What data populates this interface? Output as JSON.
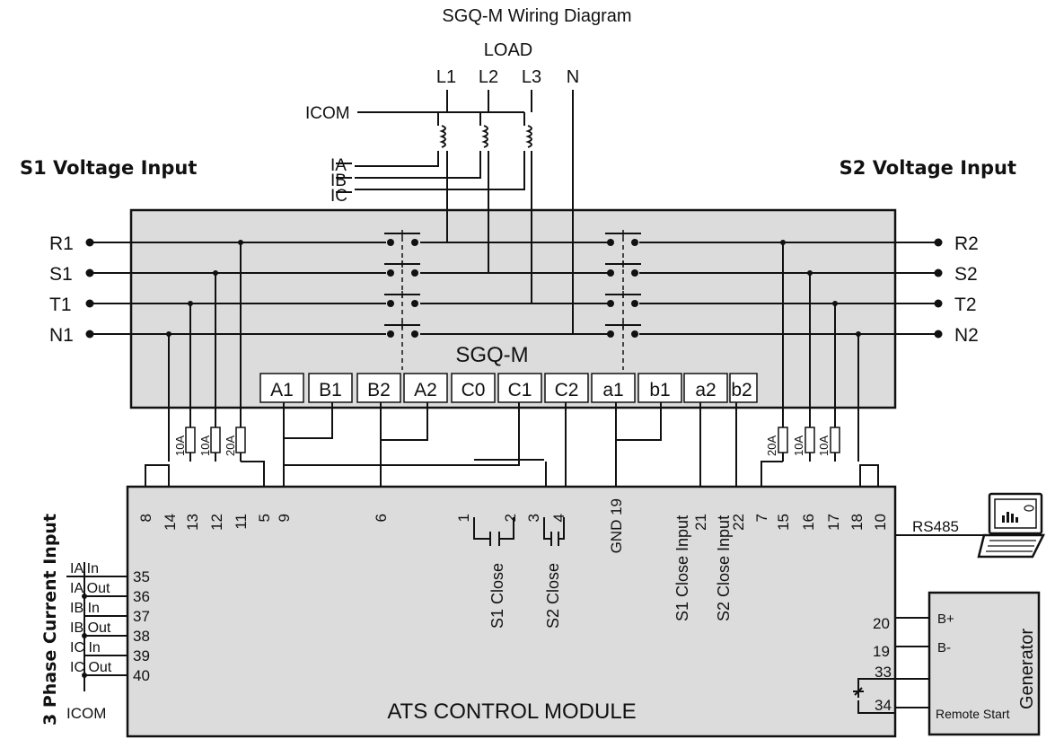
{
  "title": "SGQ-M Wiring Diagram",
  "load": {
    "label": "LOAD",
    "phases": [
      "L1",
      "L2",
      "L3",
      "N"
    ]
  },
  "icom": "ICOM",
  "ct_labels": [
    "IA",
    "IB",
    "IC"
  ],
  "s1": {
    "title": "S1 Voltage Input",
    "lines": [
      "R1",
      "S1",
      "T1",
      "N1"
    ]
  },
  "s2": {
    "title": "S2 Voltage Input",
    "lines": [
      "R2",
      "S2",
      "T2",
      "N2"
    ]
  },
  "switch": {
    "name": "SGQ-M",
    "terminals": [
      "A1",
      "B1",
      "B2",
      "A2",
      "C0",
      "C1",
      "C2",
      "a1",
      "b1",
      "a2",
      "b2"
    ]
  },
  "fuses": {
    "left": [
      "10A",
      "10A",
      "20A"
    ],
    "right": [
      "20A",
      "10A",
      "10A"
    ]
  },
  "module": {
    "name": "ATS CONTROL MODULE",
    "terminals": [
      "8",
      "14",
      "13",
      "12",
      "11",
      "5",
      "9",
      "6",
      "1",
      "2",
      "3",
      "4",
      "GND 19",
      "21",
      "22",
      "7",
      "15",
      "16",
      "17",
      "18",
      "10"
    ],
    "signals": [
      "S1 Close",
      "S2 Close",
      "S1 Close Input",
      "S2 Close Input"
    ],
    "current_title": "3 Phase Current Input",
    "current_rows": [
      {
        "label": "IA In",
        "num": "35"
      },
      {
        "label": "IA Out",
        "num": "36"
      },
      {
        "label": "IB In",
        "num": "37"
      },
      {
        "label": "IB Out",
        "num": "38"
      },
      {
        "label": "IC In",
        "num": "39"
      },
      {
        "label": "IC Out",
        "num": "40"
      }
    ],
    "icom": "ICOM",
    "rs485": "RS485",
    "gen_terms": [
      "20",
      "19",
      "33",
      "34"
    ]
  },
  "generator": {
    "name": "Generator",
    "pins": [
      "B+",
      "B-",
      "Remote Start"
    ]
  }
}
